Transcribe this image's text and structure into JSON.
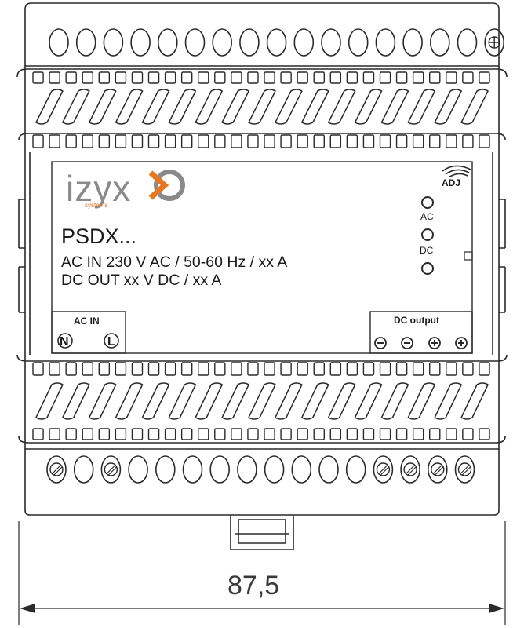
{
  "brand": {
    "name": "izyx",
    "tagline": "systems",
    "primary_color": "#8a8a8a",
    "accent_color": "#e87722"
  },
  "label": {
    "model": "PSDX...",
    "input_line": "AC IN 230 V AC / 50-60 Hz / xx A",
    "output_line": "DC OUT xx V DC / xx A"
  },
  "indicators": {
    "adj_label": "ADJ",
    "ac_label": "AC",
    "dc_label": "DC"
  },
  "terminals": {
    "ac_in_label": "AC IN",
    "neutral": "N",
    "line": "L",
    "dc_output_label": "DC output",
    "minus": "−",
    "plus": "+"
  },
  "dimension": {
    "width_value": "87,5"
  },
  "colors": {
    "stroke": "#2a2a2a",
    "paper": "#ffffff"
  }
}
